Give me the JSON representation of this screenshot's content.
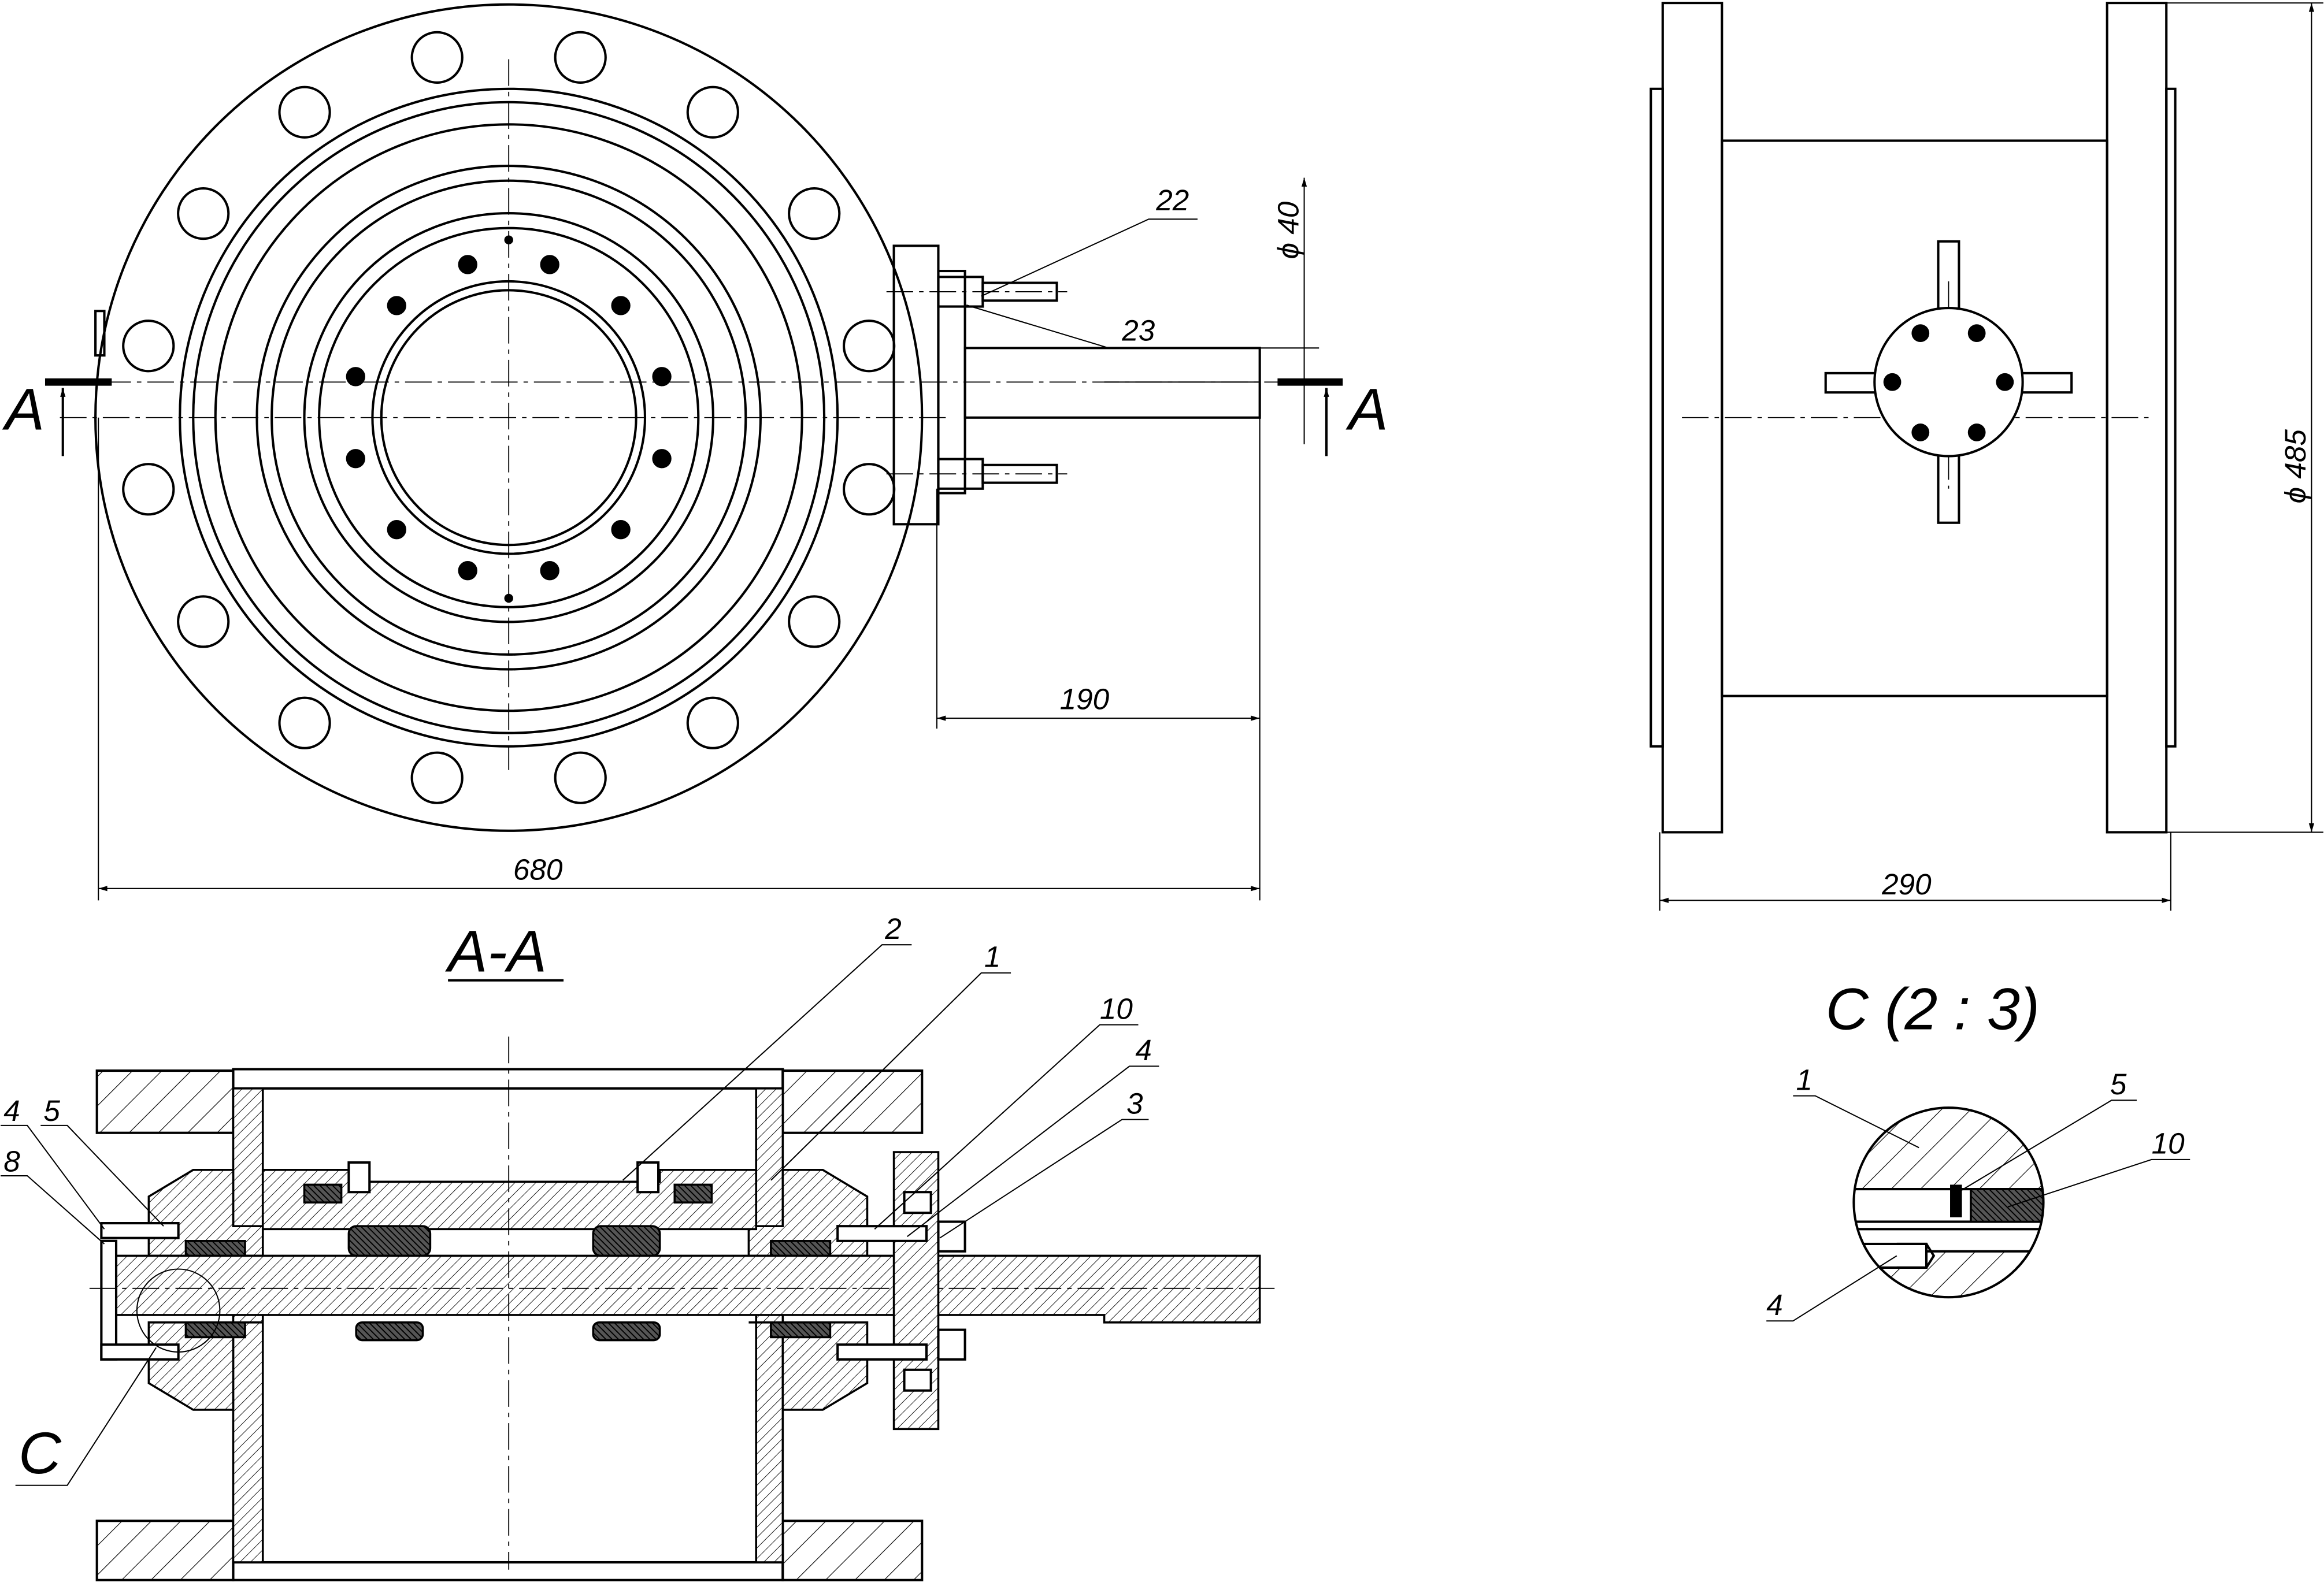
{
  "front_view": {
    "callouts": [
      "22",
      "23"
    ],
    "diameter_small": "ϕ 40",
    "section_mark_left": "A",
    "section_mark_right": "A",
    "dim_190": "190",
    "dim_680": "680"
  },
  "side_view": {
    "diameter_large": "ϕ 485",
    "dim_290": "290"
  },
  "section_view": {
    "title": "A-A",
    "callouts": [
      "2",
      "1",
      "10",
      "4",
      "3",
      "4",
      "5",
      "8"
    ],
    "detail_mark": "C"
  },
  "detail_view": {
    "title": "C (2 : 3)",
    "callouts": [
      "1",
      "5",
      "10",
      "4"
    ]
  }
}
